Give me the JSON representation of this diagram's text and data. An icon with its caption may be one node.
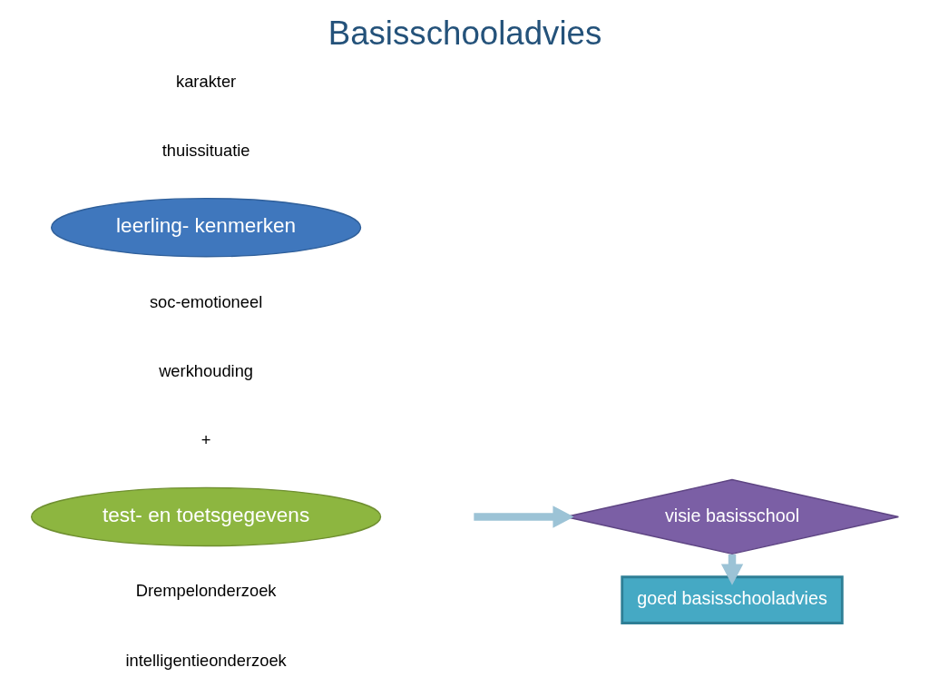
{
  "diagram": {
    "title": "Basisschooladvies",
    "nodes": [
      {
        "text": [
          "leerling- kenmerken"
        ]
      },
      {
        "text": [
          "test- en toetsgegevens"
        ]
      },
      {
        "text": [
          "visie basisschool"
        ]
      },
      {
        "text": [
          "goed basisschooladvies"
        ]
      }
    ],
    "edges": [
      {
        "from": null,
        "to": 2,
        "arrow": "to"
      },
      {
        "from": 2,
        "to": 3,
        "arrow": "to"
      }
    ],
    "labels": [
      "karakter",
      "thuissituatie",
      "soc-emotioneel",
      "werkhouding",
      "+",
      "Drempelonderzoek",
      "intelligentieonderzoek"
    ]
  }
}
